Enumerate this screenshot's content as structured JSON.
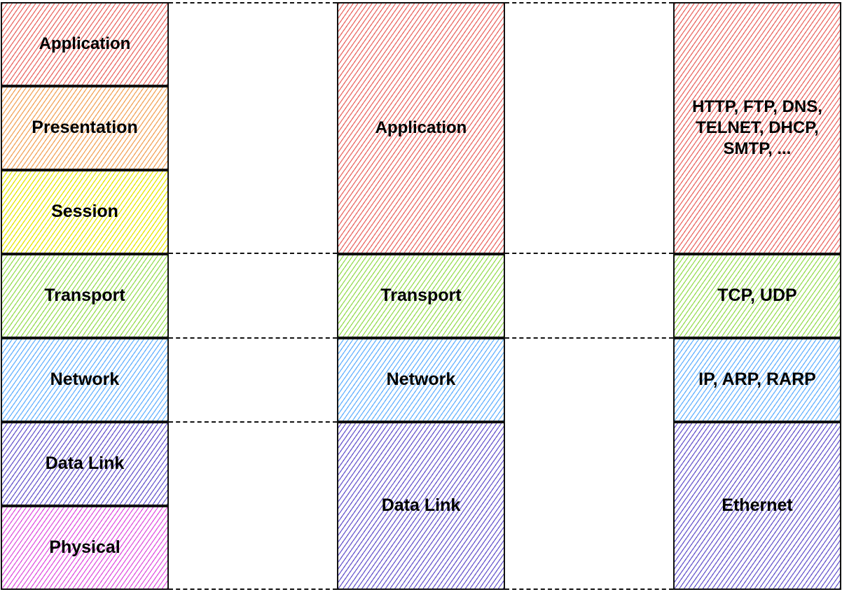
{
  "osi_model": {
    "layers": [
      {
        "label": "Application",
        "color": "#ea6b66"
      },
      {
        "label": "Presentation",
        "color": "#f2a55c"
      },
      {
        "label": "Session",
        "color": "#e6e600"
      },
      {
        "label": "Transport",
        "color": "#99dd55"
      },
      {
        "label": "Network",
        "color": "#66b2ff"
      },
      {
        "label": "Data Link",
        "color": "#6a5acd"
      },
      {
        "label": "Physical",
        "color": "#e055e0"
      }
    ]
  },
  "tcpip_model": {
    "layers": [
      {
        "label": "Application",
        "color": "#ea6b66"
      },
      {
        "label": "Transport",
        "color": "#99dd55"
      },
      {
        "label": "Network",
        "color": "#66b2ff"
      },
      {
        "label": "Data Link",
        "color": "#6a5acd"
      }
    ]
  },
  "protocols": {
    "rows": [
      {
        "label": "HTTP, FTP, DNS,\nTELNET, DHCP,\nSMTP, ...",
        "color": "#ea6b66"
      },
      {
        "label": "TCP, UDP",
        "color": "#99dd55"
      },
      {
        "label": "IP, ARP, RARP",
        "color": "#66b2ff"
      },
      {
        "label": "Ethernet",
        "color": "#6a5acd"
      }
    ]
  }
}
